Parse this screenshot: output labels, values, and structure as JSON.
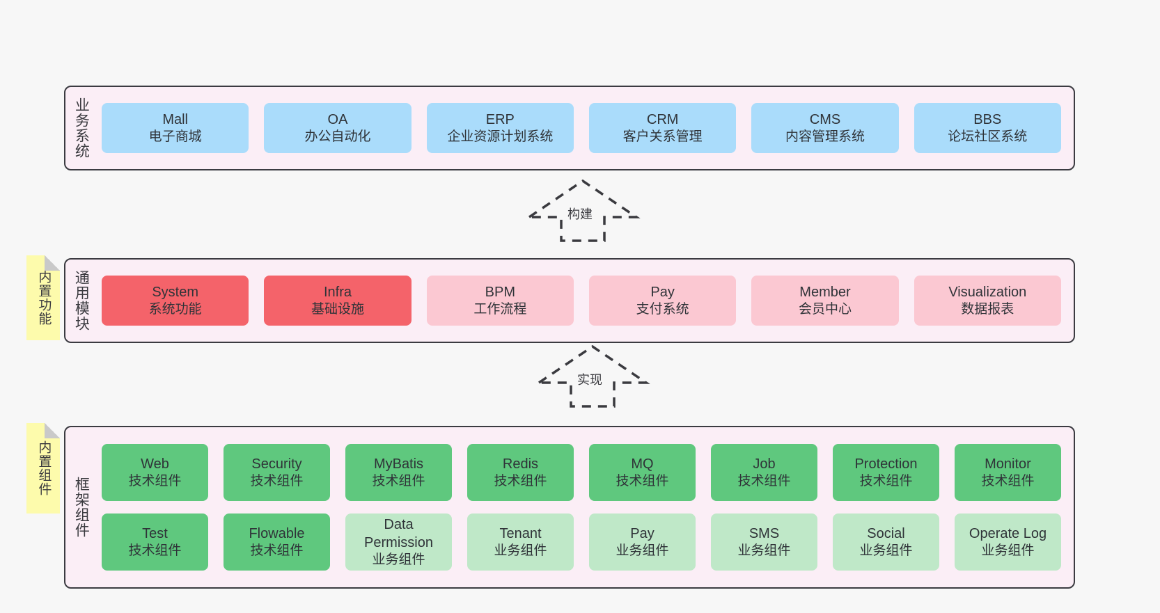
{
  "layers": [
    {
      "key": "business",
      "title": "业务系统",
      "rows": [
        [
          {
            "en": "Mall",
            "cn": "电子商城",
            "color": "blue"
          },
          {
            "en": "OA",
            "cn": "办公自动化",
            "color": "blue"
          },
          {
            "en": "ERP",
            "cn": "企业资源计划系统",
            "color": "blue"
          },
          {
            "en": "CRM",
            "cn": "客户关系管理",
            "color": "blue"
          },
          {
            "en": "CMS",
            "cn": "内容管理系统",
            "color": "blue"
          },
          {
            "en": "BBS",
            "cn": "论坛社区系统",
            "color": "blue"
          }
        ]
      ]
    },
    {
      "key": "modules",
      "title": "通用模块",
      "rows": [
        [
          {
            "en": "System",
            "cn": "系统功能",
            "color": "red"
          },
          {
            "en": "Infra",
            "cn": "基础设施",
            "color": "red"
          },
          {
            "en": "BPM",
            "cn": "工作流程",
            "color": "pink"
          },
          {
            "en": "Pay",
            "cn": "支付系统",
            "color": "pink"
          },
          {
            "en": "Member",
            "cn": "会员中心",
            "color": "pink"
          },
          {
            "en": "Visualization",
            "cn": "数据报表",
            "color": "pink"
          }
        ]
      ]
    },
    {
      "key": "frame",
      "title": "框架组件",
      "rows": [
        [
          {
            "en": "Web",
            "cn": "技术组件",
            "color": "green"
          },
          {
            "en": "Security",
            "cn": "技术组件",
            "color": "green"
          },
          {
            "en": "MyBatis",
            "cn": "技术组件",
            "color": "green"
          },
          {
            "en": "Redis",
            "cn": "技术组件",
            "color": "green"
          },
          {
            "en": "MQ",
            "cn": "技术组件",
            "color": "green"
          },
          {
            "en": "Job",
            "cn": "技术组件",
            "color": "green"
          },
          {
            "en": "Protection",
            "cn": "技术组件",
            "color": "green"
          },
          {
            "en": "Monitor",
            "cn": "技术组件",
            "color": "green"
          }
        ],
        [
          {
            "en": "Test",
            "cn": "技术组件",
            "color": "green"
          },
          {
            "en": "Flowable",
            "cn": "技术组件",
            "color": "green"
          },
          {
            "en": "Data Permission",
            "cn": "业务组件",
            "color": "green-light"
          },
          {
            "en": "Tenant",
            "cn": "业务组件",
            "color": "green-light"
          },
          {
            "en": "Pay",
            "cn": "业务组件",
            "color": "green-light"
          },
          {
            "en": "SMS",
            "cn": "业务组件",
            "color": "green-light"
          },
          {
            "en": "Social",
            "cn": "业务组件",
            "color": "green-light"
          },
          {
            "en": "Operate Log",
            "cn": "业务组件",
            "color": "green-light"
          }
        ]
      ]
    }
  ],
  "notes": [
    {
      "key": "functions",
      "text": "内置功能"
    },
    {
      "key": "components",
      "text": "内置组件"
    }
  ],
  "arrows": [
    {
      "key": "build",
      "label": "构建"
    },
    {
      "key": "implement",
      "label": "实现"
    }
  ],
  "colors": {
    "background": "#f7f7f7",
    "layer_fill": "#fbeef6",
    "layer_border": "#3b3b41",
    "blue": "#aadcfb",
    "red": "#f4636a",
    "pink": "#fbc8d2",
    "green": "#5fc87e",
    "green_light": "#bfe8c8",
    "note_fill": "#fdfbac",
    "arrow_stroke": "#3a3a3f"
  }
}
